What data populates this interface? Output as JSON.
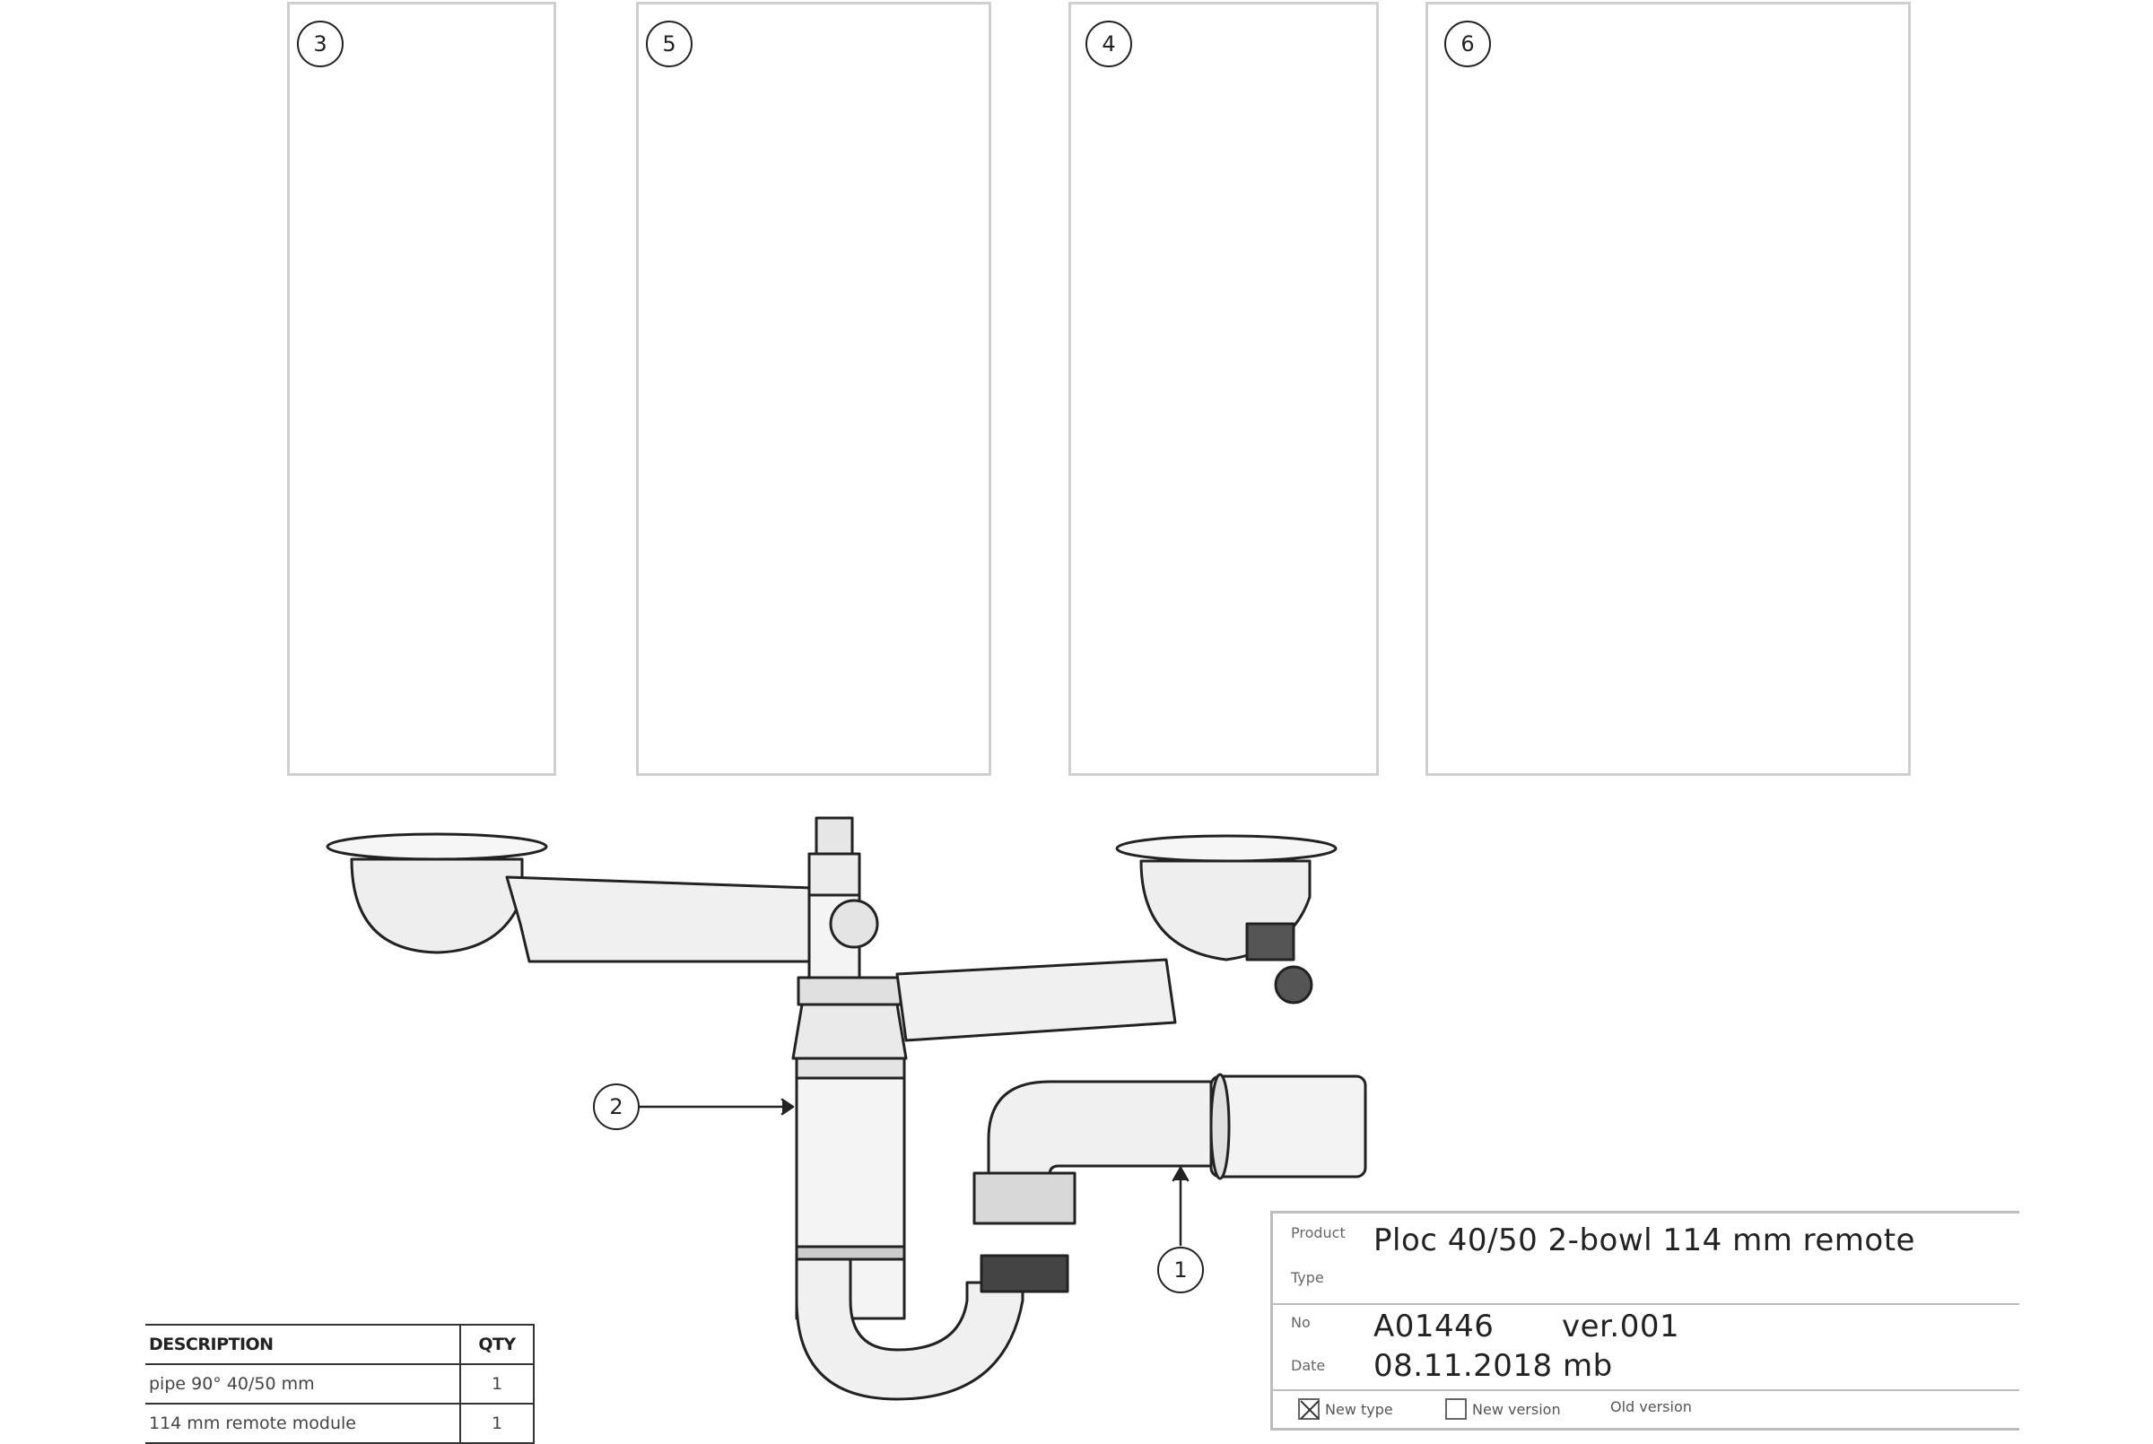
{
  "callouts": {
    "panel_1": "3",
    "panel_2": "5",
    "panel_3": "4",
    "panel_4": "6",
    "assembly_left": "2",
    "assembly_right": "1"
  },
  "parts_table": {
    "headers": {
      "description": "DESCRIPTION",
      "qty": "QTY"
    },
    "rows": [
      {
        "description": "pipe 90° 40/50 mm",
        "qty": "1"
      },
      {
        "description": "114 mm remote module",
        "qty": "1"
      }
    ]
  },
  "title_block": {
    "product_label": "Product",
    "product_value": "Ploc 40/50 2-bowl 114 mm remote",
    "type_label": "Type",
    "no_label": "No",
    "no_value": "A01446",
    "version_value": "ver.001",
    "date_label": "Date",
    "date_value": "08.11.2018 mb",
    "options": [
      {
        "label": "New type",
        "checked": true
      },
      {
        "label": "New version",
        "checked": false
      },
      {
        "label": "Old version",
        "checked": false
      }
    ]
  },
  "colors": {
    "line": "#222222",
    "frame": "#cfcfcf",
    "fill": "#f4f4f4"
  }
}
